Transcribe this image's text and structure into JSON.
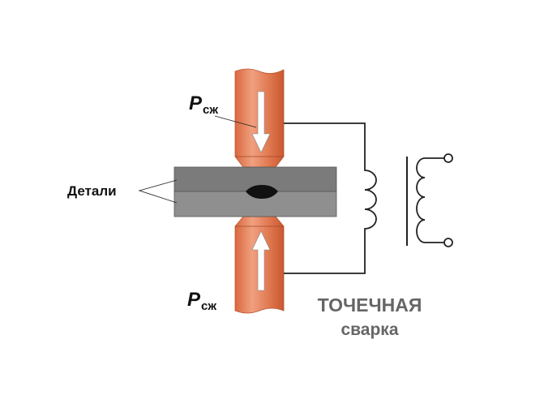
{
  "labels": {
    "force_symbol": "P",
    "force_subscript": "сж",
    "parts": "Детали",
    "title_line1": "ТОЧЕЧНАЯ",
    "title_line2": "сварка"
  },
  "colors": {
    "electrode": "#e27a55",
    "electrode_edge": "#c85a32",
    "plate_top": "#7b7b7b",
    "plate_bottom": "#8f8f8f",
    "nugget": "#111111",
    "title": "#666666"
  }
}
